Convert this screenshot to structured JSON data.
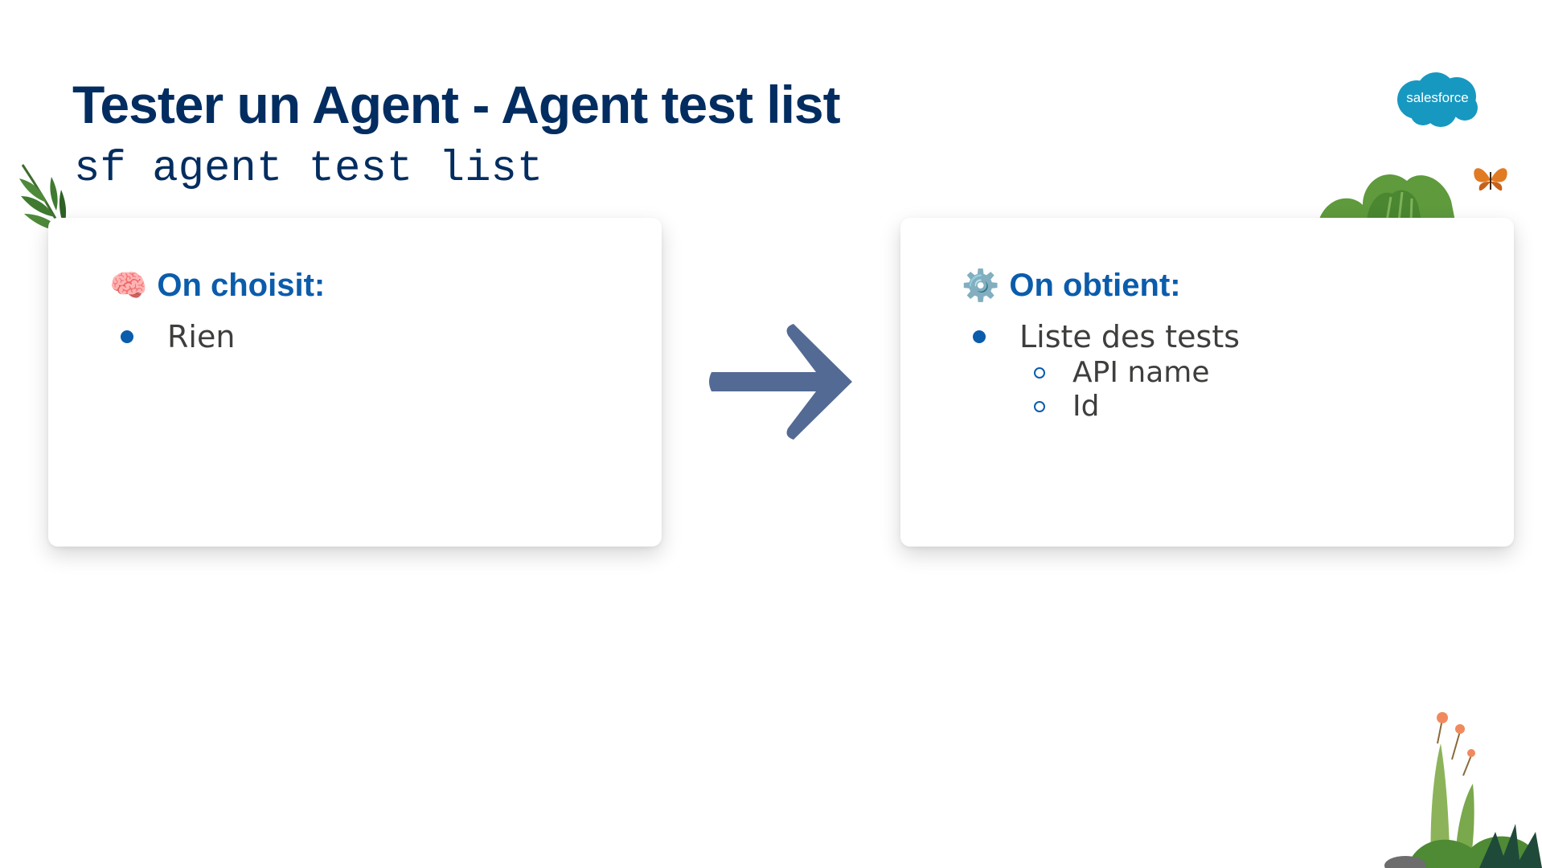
{
  "slide": {
    "title": "Tester un Agent - Agent test list",
    "command": "sf agent test list"
  },
  "brand": {
    "logo_text": "salesforce",
    "logo_color": "#1798c1",
    "title_color": "#032d60",
    "accent_color": "#0b5cab"
  },
  "left_card": {
    "icon": "brain-icon",
    "icon_glyph": "🧠",
    "heading": "On choisit:",
    "items": [
      {
        "label": "Rien"
      }
    ]
  },
  "right_card": {
    "icon": "gear-icon",
    "icon_glyph": "⚙️",
    "heading": "On obtient:",
    "items": [
      {
        "label": "Liste des tests",
        "subitems": [
          "API name",
          "Id"
        ]
      }
    ]
  },
  "arrow": {
    "icon": "arrow-right-icon",
    "color": "#536a94"
  }
}
